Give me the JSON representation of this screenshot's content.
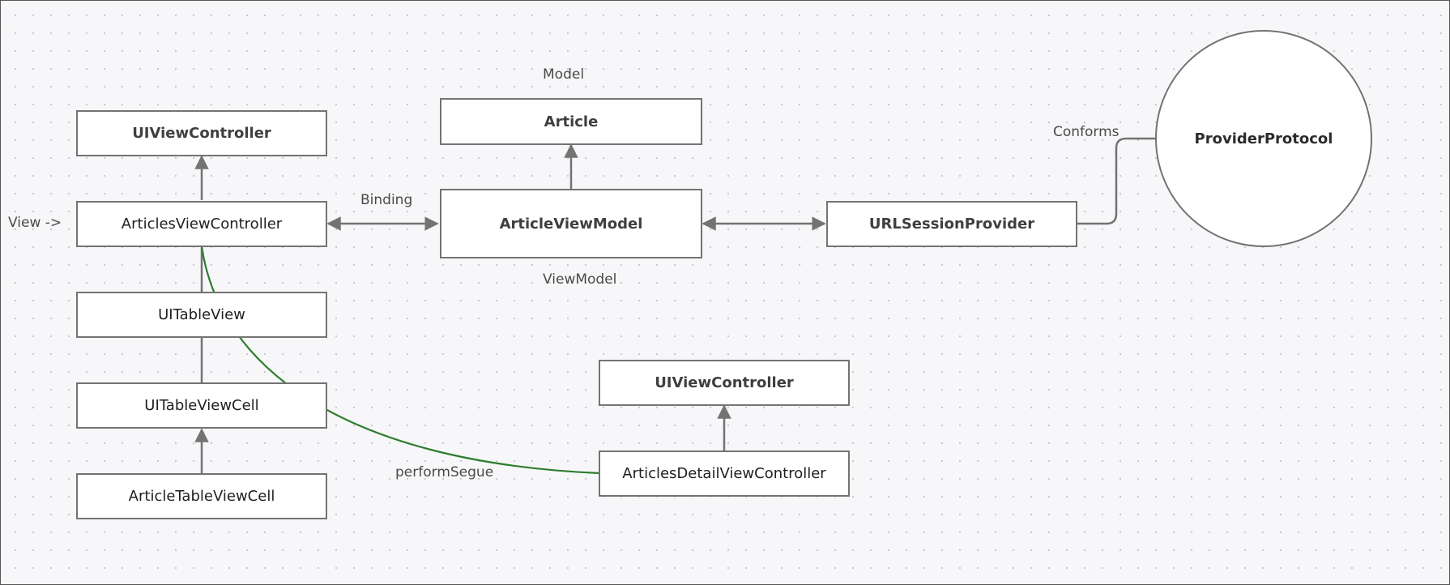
{
  "colors": {
    "background": "#f7f7f9",
    "box_border": "#737373",
    "connector": "#737373",
    "segue_line": "#2e7d2e"
  },
  "labels": {
    "view_arrow": "View ->",
    "model": "Model",
    "binding": "Binding",
    "viewmodel": "ViewModel",
    "conforms": "Conforms",
    "perform_segue": "performSegue"
  },
  "nodes": {
    "uiviewcontroller_top": "UIViewController",
    "articles_view_controller": "ArticlesViewController",
    "uitableview": "UITableView",
    "uitableviewcell": "UITableViewCell",
    "article_table_view_cell": "ArticleTableViewCell",
    "article": "Article",
    "article_view_model": "ArticleViewModel",
    "url_session_provider": "URLSessionProvider",
    "provider_protocol": "ProviderProtocol",
    "uiviewcontroller_detail": "UIViewController",
    "articles_detail_view_controller": "ArticlesDetailViewController"
  }
}
